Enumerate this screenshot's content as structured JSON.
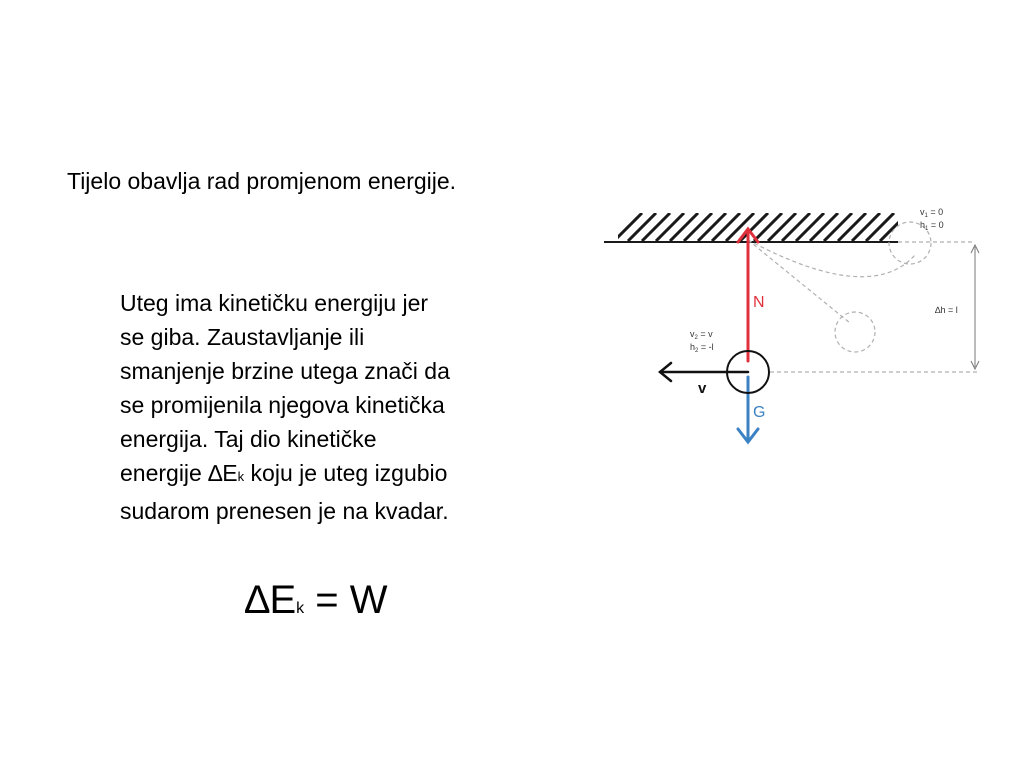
{
  "slide": {
    "title": "Tijelo obavlja rad promjenom energije.",
    "paragraph": {
      "line1": "Uteg ima kinetičku energiju jer",
      "line2": "se giba. Zaustavljanje ili",
      "line3": "smanjenje brzine utega znači da",
      "line4": "se promijenila njegova kinetička",
      "line5": "energija. Taj dio kinetičke",
      "line6_pre": "energije ",
      "delta": "∆E",
      "k": "k",
      "line6_post": " koju je uteg izgubio",
      "line7": "sudarom prenesen je na kvadar."
    },
    "formula": {
      "delta_e": "∆E",
      "k": "k",
      "rest": " = W"
    }
  },
  "diagram": {
    "labels": {
      "N": "N",
      "G": "G",
      "v": "v",
      "v1": "v",
      "v1_sub": "1",
      "v1_val": " = 0",
      "h1": "h",
      "h1_sub": "1",
      "h1_val": " = 0",
      "v2": "v",
      "v2_sub": "2",
      "v2_val": " = v",
      "h2": "h",
      "h2_sub": "2",
      "h2_val": " = -l",
      "dh": "∆h = l"
    },
    "colors": {
      "N": "#e0303c",
      "G": "#3b82c4",
      "ceiling": "#1a1a1a",
      "dashed": "#b0b0b0"
    }
  }
}
